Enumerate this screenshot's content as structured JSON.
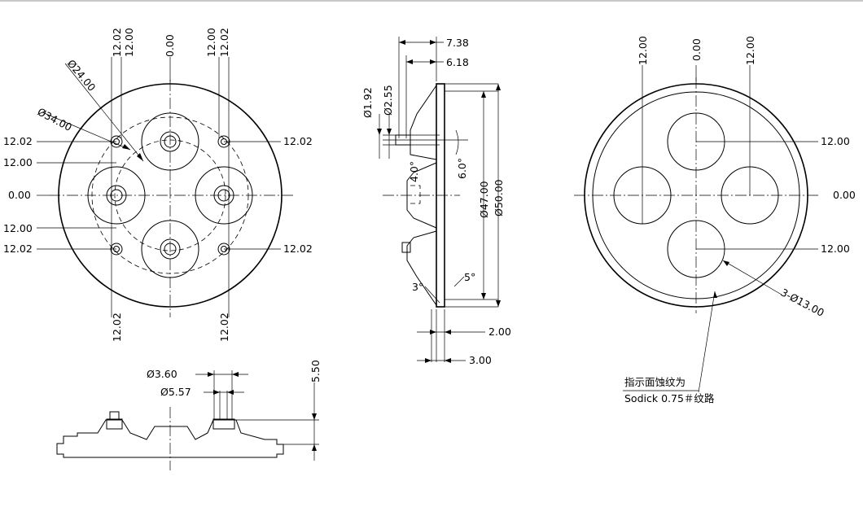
{
  "drawing": {
    "front_view": {
      "top_labels": [
        "12.02",
        "12.00",
        "0.00",
        "12.00",
        "12.02"
      ],
      "bottom_labels": [
        "12.02",
        "12.02"
      ],
      "left_labels": [
        "12.02",
        "12.00",
        "0.00",
        "12.00",
        "12.02"
      ],
      "right_labels": [
        "12.02",
        "12.02"
      ],
      "dia_24": "Ø24.00",
      "dia_34": "Ø34.00"
    },
    "side_view": {
      "dim_738": "7.38",
      "dim_618": "6.18",
      "dim_192": "Ø1.92",
      "dim_255": "Ø2.55",
      "angle_6": "6.0°",
      "angle_4": "4.0°",
      "dia_47": "Ø47.00",
      "dia_50": "Ø50.00",
      "angle_5": "5°",
      "angle_3": "3°",
      "dim_200": "2.00",
      "dim_300": "3.00"
    },
    "section_view": {
      "dia_360": "Ø3.60",
      "dia_557": "Ø5.57",
      "dim_550": "5.50"
    },
    "rear_view": {
      "top_labels": [
        "12.00",
        "0.00",
        "12.00"
      ],
      "right_labels": [
        "12.00",
        "0.00",
        "12.00"
      ],
      "holes": "3-Ø13.00",
      "note_line1": "指示面蚀纹为",
      "note_line2": "Sodick 0.75＃纹路"
    }
  }
}
